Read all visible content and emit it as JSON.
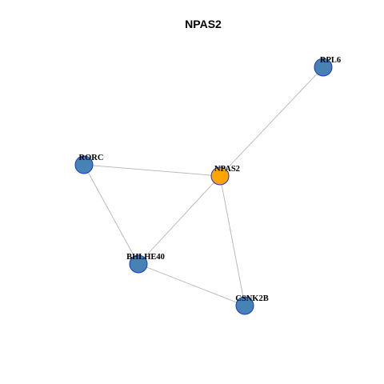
{
  "title": "NPAS2",
  "colors": {
    "center_fill": "#FFA500",
    "neighbor_fill": "#4682B4",
    "node_border": "#1A37C9",
    "edge": "#B4B4B4"
  },
  "nodes": [
    {
      "id": "NPAS2",
      "label": "NPAS2",
      "role": "center"
    },
    {
      "id": "RPL6",
      "label": "RPL6",
      "role": "neighbor"
    },
    {
      "id": "RORC",
      "label": "RORC",
      "role": "neighbor"
    },
    {
      "id": "BHLHE40",
      "label": "BHLHE40",
      "role": "neighbor"
    },
    {
      "id": "CSNK2B",
      "label": "CSNK2B",
      "role": "neighbor"
    }
  ],
  "edges": [
    {
      "source": "NPAS2",
      "target": "RPL6"
    },
    {
      "source": "NPAS2",
      "target": "RORC"
    },
    {
      "source": "NPAS2",
      "target": "BHLHE40"
    },
    {
      "source": "NPAS2",
      "target": "CSNK2B"
    },
    {
      "source": "RORC",
      "target": "BHLHE40"
    },
    {
      "source": "BHLHE40",
      "target": "CSNK2B"
    }
  ]
}
